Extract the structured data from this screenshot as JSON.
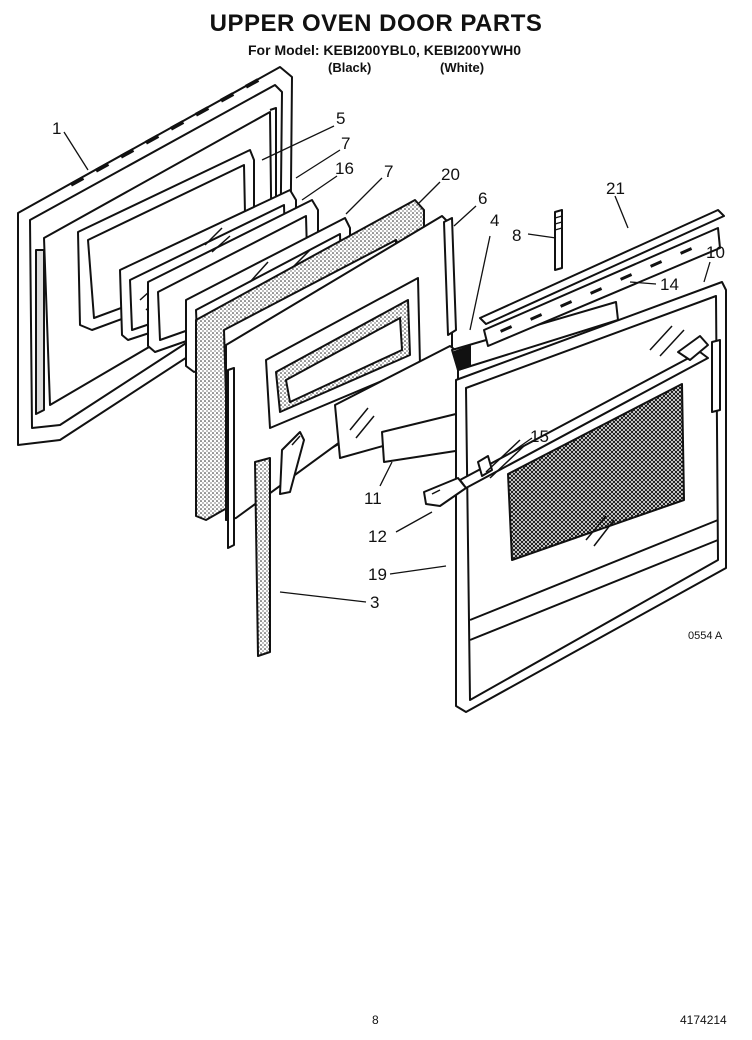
{
  "header": {
    "title": "UPPER OVEN DOOR PARTS",
    "model_line": "For Model: KEBI200YBL0, KEBI200YWH0",
    "variant_black": "(Black)",
    "variant_white": "(White)"
  },
  "callouts": [
    "1",
    "5",
    "7",
    "16",
    "7",
    "20",
    "6",
    "4",
    "8",
    "21",
    "10",
    "14",
    "15",
    "11",
    "12",
    "19",
    "3"
  ],
  "figure_code": "0554 A",
  "footer": {
    "page_number": "8",
    "document_number": "4174214"
  }
}
